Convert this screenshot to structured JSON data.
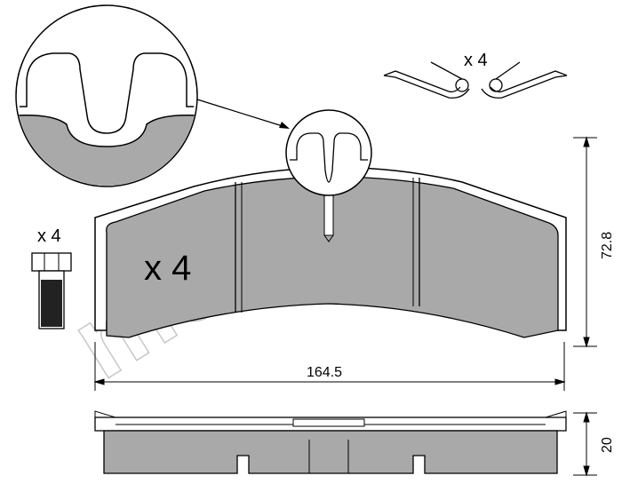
{
  "watermark": "metelli",
  "clip": {
    "quantity": "x 4"
  },
  "bolt": {
    "quantity": "x 4"
  },
  "pad": {
    "quantity": "x 4"
  },
  "dimensions": {
    "width": "164.5",
    "height": "72.8",
    "thickness": "20"
  },
  "colors": {
    "friction": "#a9a9a9",
    "line": "#000000",
    "watermark": "#c8c8c8"
  }
}
